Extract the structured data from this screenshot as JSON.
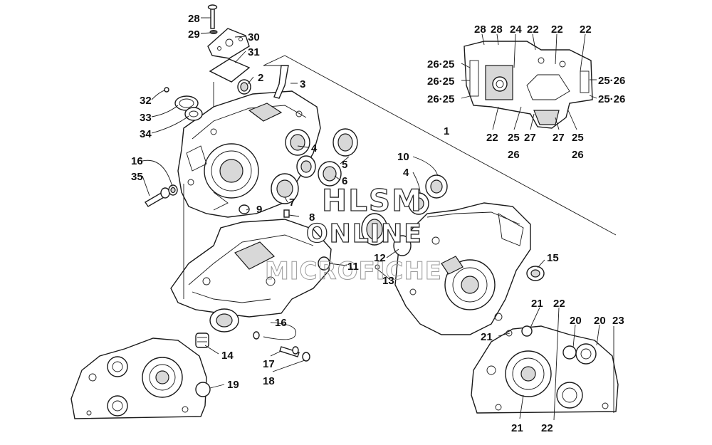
{
  "watermark": {
    "line1": "HLSM",
    "line2": "ONLINE",
    "line3": "MICROFICHE"
  },
  "callouts": {
    "c1": "1",
    "c2": "2",
    "c3": "3",
    "c4a": "4",
    "c4b": "4",
    "c5": "5",
    "c6": "6",
    "c7": "7",
    "c8": "8",
    "c9": "9",
    "c10": "10",
    "c11": "11",
    "c12": "12",
    "c13": "13",
    "c14": "14",
    "c15": "15",
    "c16a": "16",
    "c16b": "16",
    "c17": "17",
    "c18": "18",
    "c19": "19",
    "c28": "28",
    "c29": "29",
    "c30": "30",
    "c31": "31",
    "c32": "32",
    "c33": "33",
    "c34": "34",
    "c35": "35",
    "tr28a": "28",
    "tr28b": "28",
    "tr24": "24",
    "tr22a": "22",
    "tr22b": "22",
    "tr22c": "22",
    "tr2625a": "26·25",
    "tr2625b": "26·25",
    "tr2625c": "26·25",
    "tr2526a": "25·26",
    "tr2526b": "25·26",
    "tr22d": "22",
    "tr25a": "25",
    "tr26a": "26",
    "tr27a": "27",
    "tr27b": "27",
    "tr25b": "25",
    "tr26b": "26",
    "br21a": "21",
    "br22a": "22",
    "br21b": "21",
    "br20a": "20",
    "br20b": "20",
    "br23": "23",
    "br21c": "21",
    "br22b": "22"
  }
}
